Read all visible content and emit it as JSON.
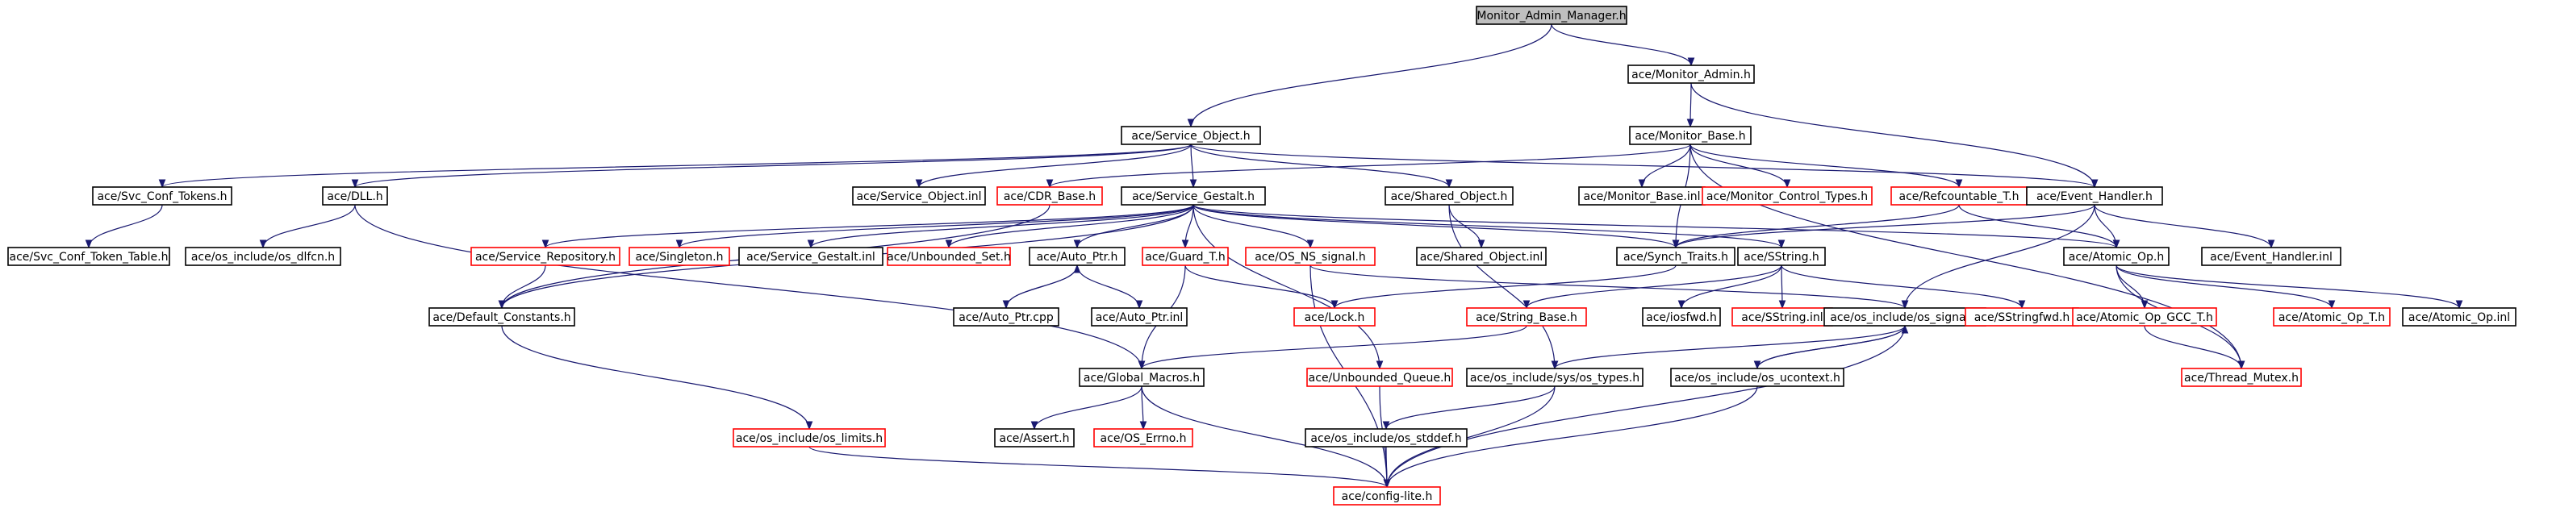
{
  "diagram": {
    "nodes": [
      {
        "id": "root",
        "label": "Monitor_Admin_Manager.h",
        "kind": "root"
      },
      {
        "id": "mon_admin",
        "label": "ace/Monitor_Admin.h",
        "kind": "found"
      },
      {
        "id": "svc_obj",
        "label": "ace/Service_Object.h",
        "kind": "found"
      },
      {
        "id": "mon_base",
        "label": "ace/Monitor_Base.h",
        "kind": "found"
      },
      {
        "id": "svc_conf_tokens",
        "label": "ace/Svc_Conf_Tokens.h",
        "kind": "found"
      },
      {
        "id": "dll",
        "label": "ace/DLL.h",
        "kind": "found"
      },
      {
        "id": "svc_obj_inl",
        "label": "ace/Service_Object.inl",
        "kind": "found"
      },
      {
        "id": "cdr_base",
        "label": "ace/CDR_Base.h",
        "kind": "missing"
      },
      {
        "id": "svc_gestalt",
        "label": "ace/Service_Gestalt.h",
        "kind": "found"
      },
      {
        "id": "shared_obj",
        "label": "ace/Shared_Object.h",
        "kind": "found"
      },
      {
        "id": "mon_base_inl",
        "label": "ace/Monitor_Base.inl",
        "kind": "found"
      },
      {
        "id": "mon_ctrl_types",
        "label": "ace/Monitor_Control_Types.h",
        "kind": "missing"
      },
      {
        "id": "refcountable",
        "label": "ace/Refcountable_T.h",
        "kind": "missing"
      },
      {
        "id": "event_handler",
        "label": "ace/Event_Handler.h",
        "kind": "found"
      },
      {
        "id": "svc_conf_token_table",
        "label": "ace/Svc_Conf_Token_Table.h",
        "kind": "found"
      },
      {
        "id": "os_dlfcn",
        "label": "ace/os_include/os_dlfcn.h",
        "kind": "found"
      },
      {
        "id": "svc_repo",
        "label": "ace/Service_Repository.h",
        "kind": "missing"
      },
      {
        "id": "singleton",
        "label": "ace/Singleton.h",
        "kind": "missing"
      },
      {
        "id": "svc_gestalt_inl",
        "label": "ace/Service_Gestalt.inl",
        "kind": "found"
      },
      {
        "id": "unbounded_set",
        "label": "ace/Unbounded_Set.h",
        "kind": "missing"
      },
      {
        "id": "auto_ptr",
        "label": "ace/Auto_Ptr.h",
        "kind": "found"
      },
      {
        "id": "guard_t",
        "label": "ace/Guard_T.h",
        "kind": "missing"
      },
      {
        "id": "os_ns_signal",
        "label": "ace/OS_NS_signal.h",
        "kind": "missing"
      },
      {
        "id": "shared_obj_inl",
        "label": "ace/Shared_Object.inl",
        "kind": "found"
      },
      {
        "id": "synch_traits",
        "label": "ace/Synch_Traits.h",
        "kind": "found"
      },
      {
        "id": "sstring",
        "label": "ace/SString.h",
        "kind": "found"
      },
      {
        "id": "atomic_op",
        "label": "ace/Atomic_Op.h",
        "kind": "found"
      },
      {
        "id": "event_handler_inl",
        "label": "ace/Event_Handler.inl",
        "kind": "found"
      },
      {
        "id": "default_constants",
        "label": "ace/Default_Constants.h",
        "kind": "found"
      },
      {
        "id": "auto_ptr_cpp",
        "label": "ace/Auto_Ptr.cpp",
        "kind": "found"
      },
      {
        "id": "auto_ptr_inl",
        "label": "ace/Auto_Ptr.inl",
        "kind": "found"
      },
      {
        "id": "lock",
        "label": "ace/Lock.h",
        "kind": "missing"
      },
      {
        "id": "string_base",
        "label": "ace/String_Base.h",
        "kind": "missing"
      },
      {
        "id": "iosfwd",
        "label": "ace/iosfwd.h",
        "kind": "found"
      },
      {
        "id": "sstring_inl",
        "label": "ace/SString.inl",
        "kind": "missing"
      },
      {
        "id": "os_signal",
        "label": "ace/os_include/os_signal.h",
        "kind": "found"
      },
      {
        "id": "sstringfwd",
        "label": "ace/SStringfwd.h",
        "kind": "missing"
      },
      {
        "id": "atomic_op_gcc",
        "label": "ace/Atomic_Op_GCC_T.h",
        "kind": "missing"
      },
      {
        "id": "atomic_op_t",
        "label": "ace/Atomic_Op_T.h",
        "kind": "missing"
      },
      {
        "id": "atomic_op_inl",
        "label": "ace/Atomic_Op.inl",
        "kind": "found"
      },
      {
        "id": "global_macros",
        "label": "ace/Global_Macros.h",
        "kind": "found"
      },
      {
        "id": "unbounded_queue",
        "label": "ace/Unbounded_Queue.h",
        "kind": "missing"
      },
      {
        "id": "os_sys_types",
        "label": "ace/os_include/sys/os_types.h",
        "kind": "found"
      },
      {
        "id": "os_ucontext",
        "label": "ace/os_include/os_ucontext.h",
        "kind": "found"
      },
      {
        "id": "thread_mutex",
        "label": "ace/Thread_Mutex.h",
        "kind": "missing"
      },
      {
        "id": "os_limits",
        "label": "ace/os_include/os_limits.h",
        "kind": "missing"
      },
      {
        "id": "assert",
        "label": "ace/Assert.h",
        "kind": "found"
      },
      {
        "id": "os_errno",
        "label": "ace/OS_Errno.h",
        "kind": "missing"
      },
      {
        "id": "os_stddef",
        "label": "ace/os_include/os_stddef.h",
        "kind": "found"
      },
      {
        "id": "config_lite",
        "label": "ace/config-lite.h",
        "kind": "missing"
      }
    ],
    "edges": [
      [
        "root",
        "mon_admin"
      ],
      [
        "root",
        "svc_obj"
      ],
      [
        "mon_admin",
        "mon_base"
      ],
      [
        "mon_admin",
        "event_handler"
      ],
      [
        "svc_obj",
        "svc_conf_tokens"
      ],
      [
        "svc_obj",
        "dll"
      ],
      [
        "svc_obj",
        "svc_obj_inl"
      ],
      [
        "svc_obj",
        "svc_gestalt"
      ],
      [
        "svc_obj",
        "shared_obj"
      ],
      [
        "svc_obj",
        "event_handler"
      ],
      [
        "mon_base",
        "cdr_base"
      ],
      [
        "mon_base",
        "mon_base_inl"
      ],
      [
        "mon_base",
        "mon_ctrl_types"
      ],
      [
        "mon_base",
        "refcountable"
      ],
      [
        "mon_base",
        "synch_traits"
      ],
      [
        "mon_base",
        "thread_mutex"
      ],
      [
        "svc_conf_tokens",
        "svc_conf_token_table"
      ],
      [
        "dll",
        "os_dlfcn"
      ],
      [
        "dll",
        "global_macros"
      ],
      [
        "svc_gestalt",
        "default_constants"
      ],
      [
        "svc_gestalt",
        "svc_repo"
      ],
      [
        "svc_gestalt",
        "singleton"
      ],
      [
        "svc_gestalt",
        "svc_gestalt_inl"
      ],
      [
        "svc_gestalt",
        "unbounded_set"
      ],
      [
        "svc_gestalt",
        "auto_ptr"
      ],
      [
        "svc_gestalt",
        "guard_t"
      ],
      [
        "svc_gestalt",
        "os_ns_signal"
      ],
      [
        "svc_gestalt",
        "synch_traits"
      ],
      [
        "svc_gestalt",
        "sstring"
      ],
      [
        "svc_gestalt",
        "atomic_op"
      ],
      [
        "svc_gestalt",
        "unbounded_queue"
      ],
      [
        "cdr_base",
        "default_constants"
      ],
      [
        "shared_obj",
        "shared_obj_inl"
      ],
      [
        "shared_obj",
        "os_sys_types"
      ],
      [
        "refcountable",
        "atomic_op"
      ],
      [
        "refcountable",
        "synch_traits"
      ],
      [
        "event_handler",
        "atomic_op"
      ],
      [
        "event_handler",
        "synch_traits"
      ],
      [
        "event_handler",
        "event_handler_inl"
      ],
      [
        "event_handler",
        "os_signal"
      ],
      [
        "svc_repo",
        "default_constants"
      ],
      [
        "auto_ptr",
        "auto_ptr_cpp"
      ],
      [
        "auto_ptr",
        "auto_ptr_inl"
      ],
      [
        "auto_ptr_cpp",
        "auto_ptr"
      ],
      [
        "guard_t",
        "lock"
      ],
      [
        "guard_t",
        "global_macros"
      ],
      [
        "os_ns_signal",
        "config_lite"
      ],
      [
        "os_ns_signal",
        "os_signal"
      ],
      [
        "synch_traits",
        "lock"
      ],
      [
        "sstring",
        "string_base"
      ],
      [
        "sstring",
        "iosfwd"
      ],
      [
        "sstring",
        "sstring_inl"
      ],
      [
        "sstring",
        "sstringfwd"
      ],
      [
        "atomic_op",
        "atomic_op_gcc"
      ],
      [
        "atomic_op",
        "atomic_op_t"
      ],
      [
        "atomic_op",
        "atomic_op_inl"
      ],
      [
        "atomic_op",
        "thread_mutex"
      ],
      [
        "default_constants",
        "os_limits"
      ],
      [
        "string_base",
        "global_macros"
      ],
      [
        "os_signal",
        "os_sys_types"
      ],
      [
        "os_signal",
        "os_ucontext"
      ],
      [
        "os_signal",
        "config_lite"
      ],
      [
        "os_ucontext",
        "os_signal"
      ],
      [
        "os_ucontext",
        "config_lite"
      ],
      [
        "atomic_op_gcc",
        "thread_mutex"
      ],
      [
        "global_macros",
        "assert"
      ],
      [
        "global_macros",
        "os_errno"
      ],
      [
        "global_macros",
        "config_lite"
      ],
      [
        "unbounded_queue",
        "config_lite"
      ],
      [
        "os_sys_types",
        "os_stddef"
      ],
      [
        "os_sys_types",
        "config_lite"
      ],
      [
        "os_limits",
        "config_lite"
      ],
      [
        "os_stddef",
        "config_lite"
      ]
    ],
    "colors": {
      "edge": "#191970",
      "found_border": "#000000",
      "missing_border": "#ff0000",
      "root_fill": "#bfbfbf"
    }
  }
}
